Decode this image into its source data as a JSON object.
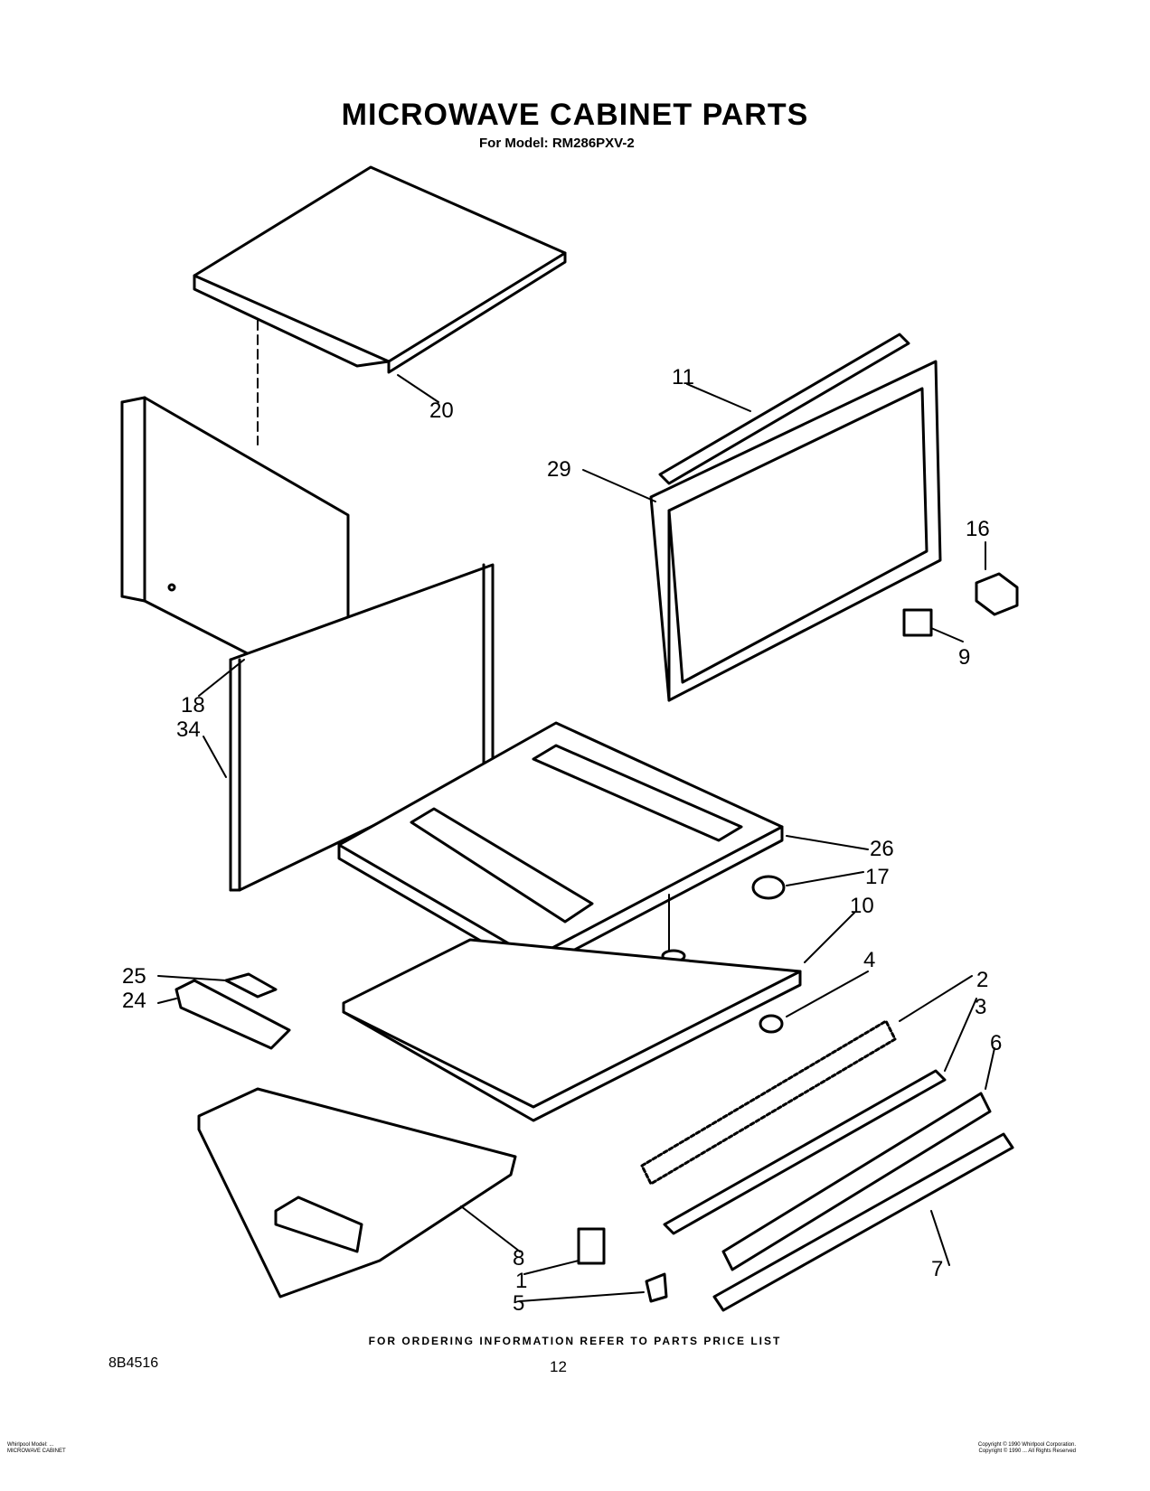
{
  "header": {
    "title": "MICROWAVE CABINET PARTS",
    "subtitle": "For Model: RM286PXV-2"
  },
  "callouts": {
    "c20": "20",
    "c11": "11",
    "c29": "29",
    "c16": "16",
    "c9": "9",
    "c18": "18",
    "c34": "34",
    "c26": "26",
    "c17": "17",
    "c10": "10",
    "c25": "25",
    "c24": "24",
    "c4": "4",
    "c2": "2",
    "c3": "3",
    "c6": "6",
    "c8": "8",
    "c1": "1",
    "c5": "5",
    "c7": "7"
  },
  "footer": {
    "ordering_note": "FOR ORDERING INFORMATION REFER TO PARTS PRICE LIST",
    "doc_number": "8B4516",
    "page_number": "12"
  },
  "fine_print": {
    "left_line1": "Whirlpool Model: ...",
    "left_line2": "MICROWAVE CABINET",
    "right_line1": "Copyright © 1990 Whirlpool Corporation.",
    "right_line2": "Copyright © 1990 ... All Rights Reserved"
  }
}
